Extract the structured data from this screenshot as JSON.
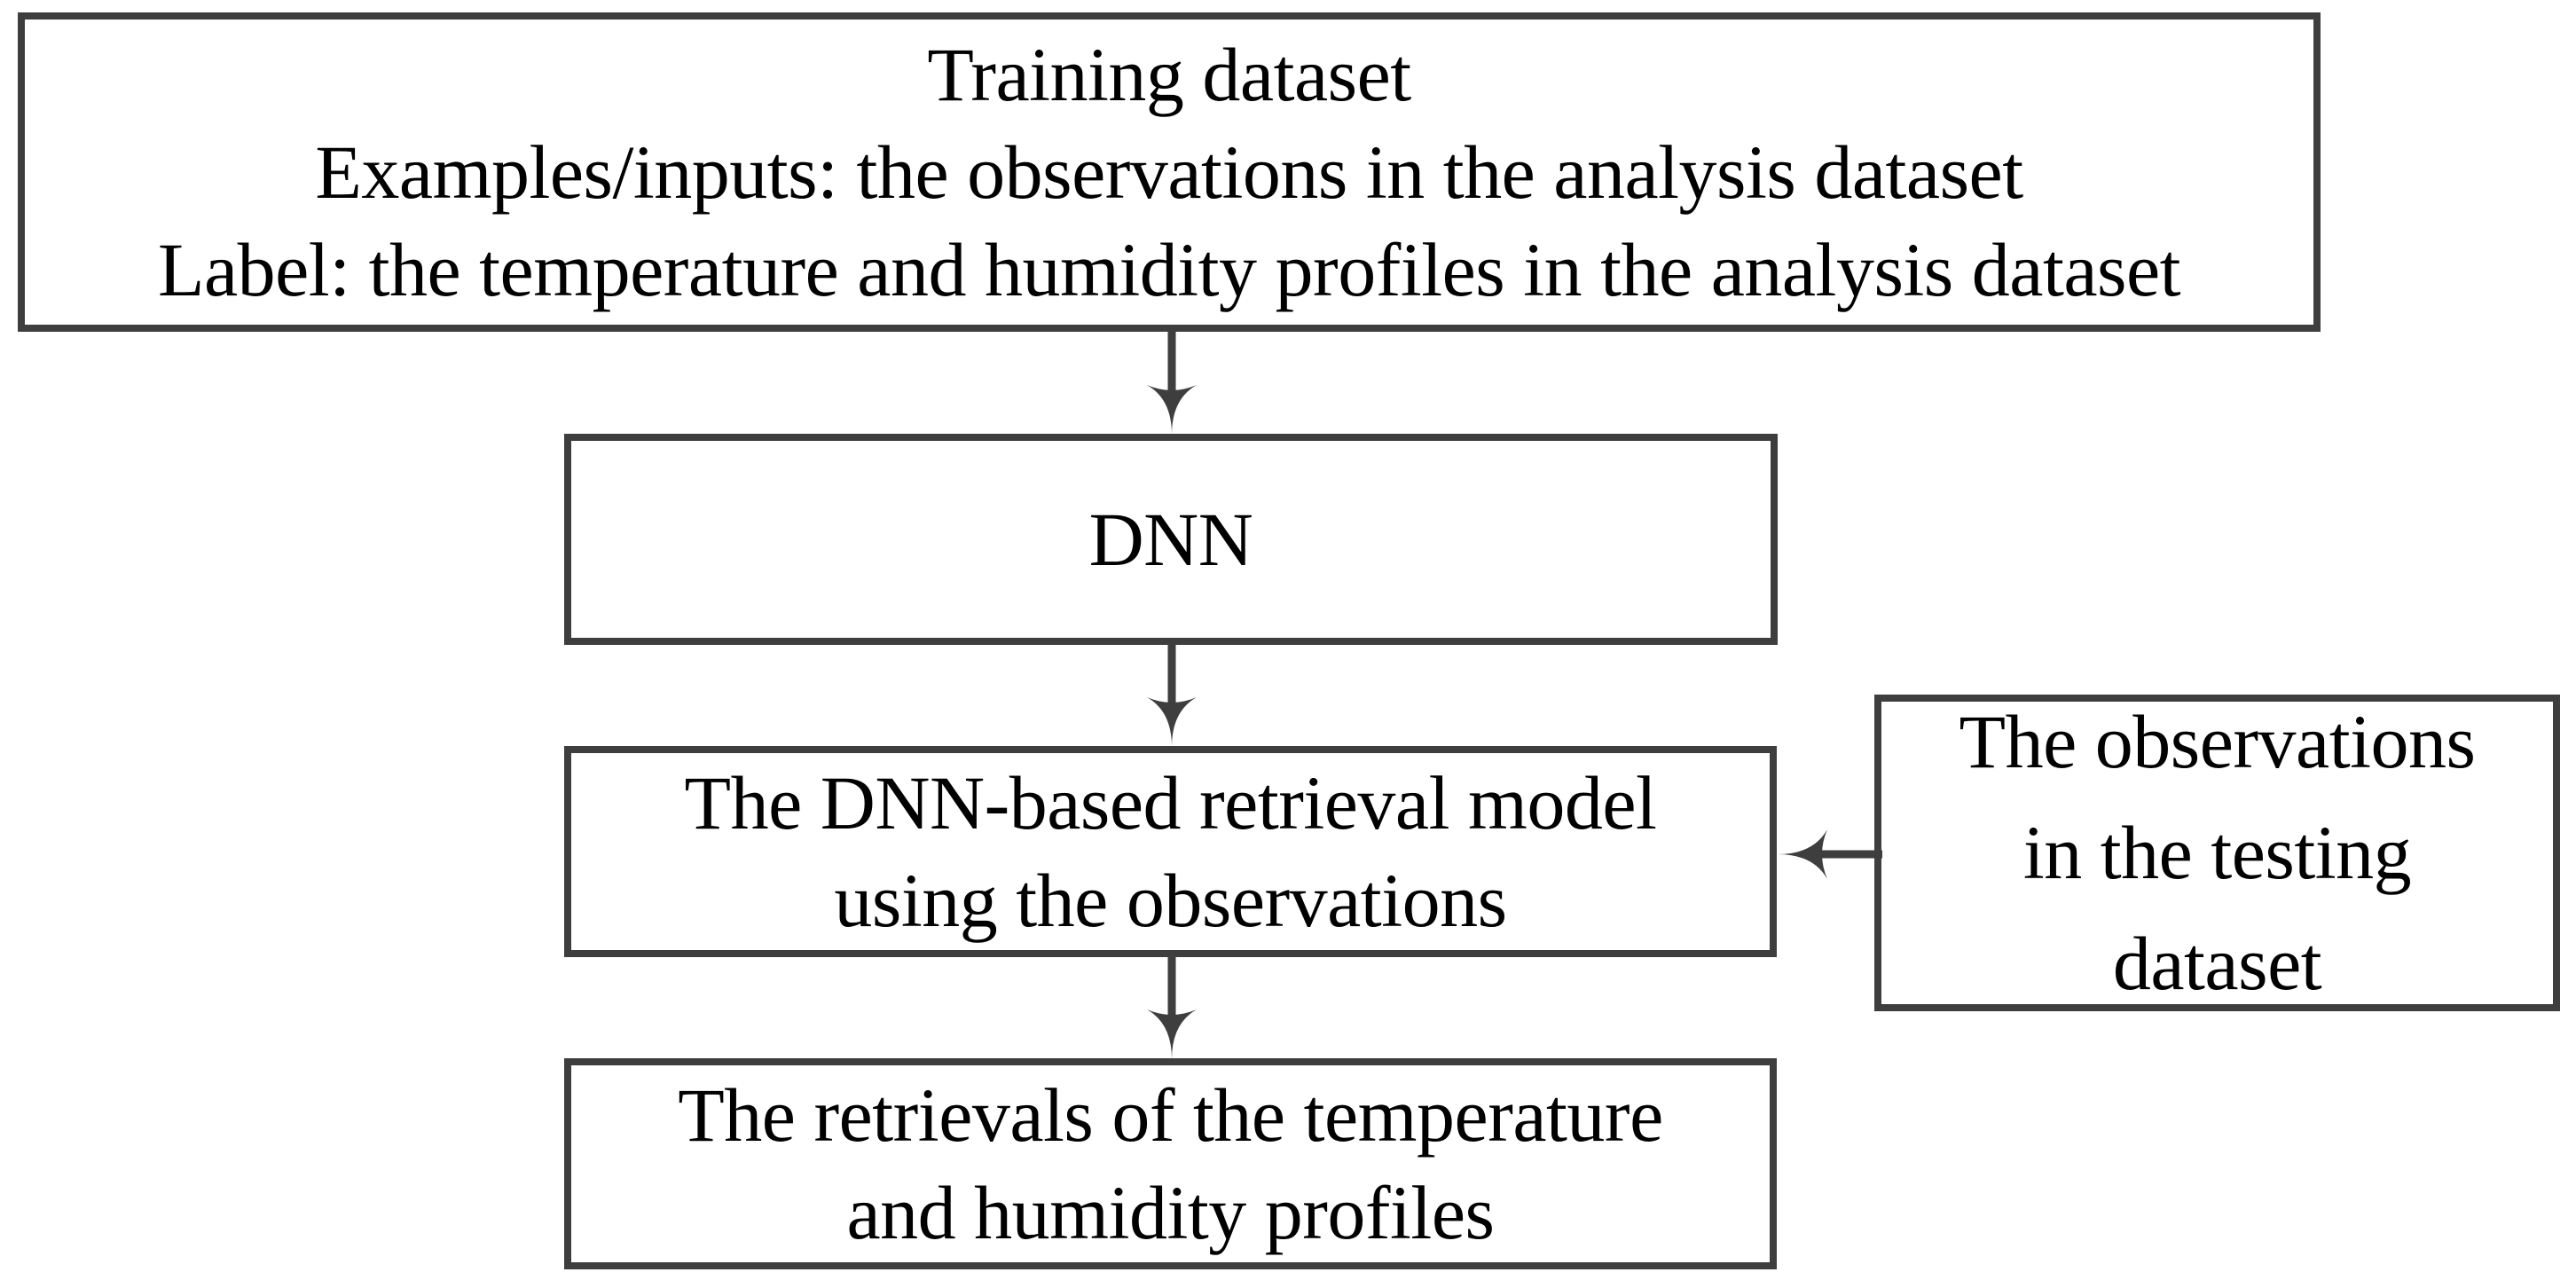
{
  "diagram": {
    "title": "DNN-based temperature and humidity retrieval workflow",
    "type": "flowchart",
    "orientation": "top-to-bottom",
    "colors": {
      "border": "#3e3e3e",
      "background": "#ffffff",
      "text": "#000000",
      "arrow": "#3e3e3e"
    },
    "nodes": [
      {
        "id": "training-dataset",
        "lines": [
          "Training dataset",
          "Examples/inputs: the observations in the analysis dataset",
          "Label: the temperature and humidity profiles in the analysis dataset"
        ]
      },
      {
        "id": "dnn",
        "lines": [
          "DNN"
        ]
      },
      {
        "id": "retrieval-model",
        "lines": [
          "The DNN-based retrieval model",
          "using the observations"
        ]
      },
      {
        "id": "retrievals",
        "lines": [
          "The retrievals of the temperature",
          "and humidity profiles"
        ]
      },
      {
        "id": "testing-observations",
        "lines": [
          "The observations",
          "in the testing",
          "dataset"
        ]
      }
    ],
    "edges": [
      {
        "id": "training-to-dnn",
        "from": "training-dataset",
        "to": "dnn",
        "direction": "down"
      },
      {
        "id": "dnn-to-retrieval",
        "from": "dnn",
        "to": "retrieval-model",
        "direction": "down"
      },
      {
        "id": "retrieval-to-out",
        "from": "retrieval-model",
        "to": "retrievals",
        "direction": "down"
      },
      {
        "id": "testing-to-model",
        "from": "testing-observations",
        "to": "retrieval-model",
        "direction": "left"
      }
    ]
  }
}
